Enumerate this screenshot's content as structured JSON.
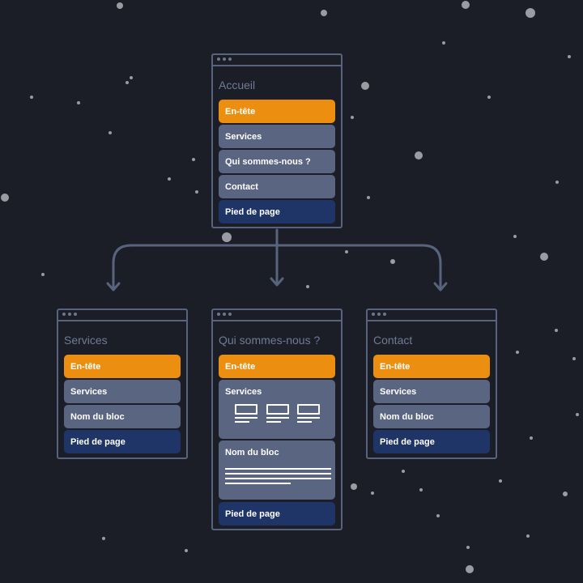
{
  "colors": {
    "background": "#1c1e27",
    "window_border": "#58637d",
    "header_block": "#ec8f10",
    "content_block": "#5a6582",
    "footer_block": "#1f3567",
    "connector": "#58637d",
    "title_text": "#6f7b96",
    "star": "#9a9ca3"
  },
  "home": {
    "title": "Accueil",
    "blocks": [
      "En-tête",
      "Services",
      "Qui sommes-nous ?",
      "Contact",
      "Pied de page"
    ]
  },
  "services_page": {
    "title": "Services",
    "blocks": [
      "En-tête",
      "Services",
      "Nom du bloc",
      "Pied de page"
    ]
  },
  "about_page": {
    "title": "Qui sommes-nous ?",
    "blocks": [
      "En-tête",
      "Services",
      "Nom du bloc",
      "Pied de page"
    ]
  },
  "contact_page": {
    "title": "Contact",
    "blocks": [
      "En-tête",
      "Services",
      "Nom du bloc",
      "Pied de page"
    ]
  }
}
